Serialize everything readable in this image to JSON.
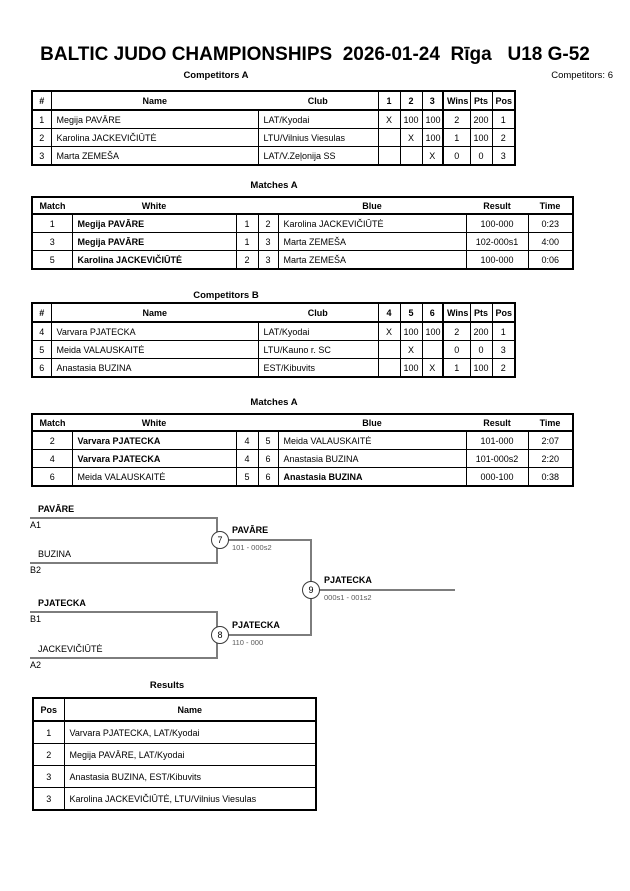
{
  "header": {
    "title": "BALTIC JUDO CHAMPIONSHIPS  2026-01-24  Rīga   U18 G-52",
    "competitors_label": "Competitors: 6"
  },
  "pool_a": {
    "title": "Competitors A",
    "headers": [
      "#",
      "Name",
      "Club",
      "1",
      "2",
      "3",
      "Wins",
      "Pts",
      "Pos"
    ],
    "rows": [
      {
        "num": "1",
        "name": "Megija PAVĀRE",
        "club": "LAT/Kyodai",
        "c1": "X",
        "c2": "100",
        "c3": "100",
        "wins": "2",
        "pts": "200",
        "pos": "1"
      },
      {
        "num": "2",
        "name": "Karolina JACKEVIČIŪTĖ",
        "club": "LTU/Vilnius Viesulas",
        "c1": "",
        "c2": "X",
        "c3": "100",
        "wins": "1",
        "pts": "100",
        "pos": "2"
      },
      {
        "num": "3",
        "name": "Marta ZEMEŠA",
        "club": "LAT/V.Zeļonija SS",
        "c1": "",
        "c2": "",
        "c3": "X",
        "wins": "0",
        "pts": "0",
        "pos": "3"
      }
    ]
  },
  "matches_a": {
    "title": "Matches A",
    "headers": [
      "Match",
      "White",
      "",
      "",
      "Blue",
      "Result",
      "Time"
    ],
    "rows": [
      {
        "match": "1",
        "white": "Megija PAVĀRE",
        "white_num": "1",
        "blue_num": "2",
        "blue": "Karolina JACKEVIČIŪTĖ",
        "result": "100-000",
        "time": "0:23"
      },
      {
        "match": "3",
        "white": "Megija PAVĀRE",
        "white_num": "1",
        "blue_num": "3",
        "blue": "Marta ZEMEŠA",
        "result": "102-000s1",
        "time": "4:00"
      },
      {
        "match": "5",
        "white": "Karolina JACKEVIČIŪTĖ",
        "white_num": "2",
        "blue_num": "3",
        "blue": "Marta ZEMEŠA",
        "result": "100-000",
        "time": "0:06"
      }
    ]
  },
  "pool_b": {
    "title": "Competitors B",
    "headers": [
      "#",
      "Name",
      "Club",
      "4",
      "5",
      "6",
      "Wins",
      "Pts",
      "Pos"
    ],
    "rows": [
      {
        "num": "4",
        "name": "Varvara PJATECKA",
        "club": "LAT/Kyodai",
        "c1": "X",
        "c2": "100",
        "c3": "100",
        "wins": "2",
        "pts": "200",
        "pos": "1"
      },
      {
        "num": "5",
        "name": "Meida VALAUSKAITĖ",
        "club": "LTU/Kauno r. SC",
        "c1": "",
        "c2": "X",
        "c3": "",
        "wins": "0",
        "pts": "0",
        "pos": "3"
      },
      {
        "num": "6",
        "name": "Anastasia BUZINA",
        "club": "EST/Kibuvits",
        "c1": "",
        "c2": "100",
        "c3": "X",
        "wins": "1",
        "pts": "100",
        "pos": "2"
      }
    ]
  },
  "matches_b": {
    "title": "Matches A",
    "headers": [
      "Match",
      "White",
      "",
      "",
      "Blue",
      "Result",
      "Time"
    ],
    "rows": [
      {
        "match": "2",
        "white": "Varvara PJATECKA",
        "white_num": "4",
        "blue_num": "5",
        "blue": "Meida VALAUSKAITĖ",
        "result": "101-000",
        "time": "2:07"
      },
      {
        "match": "4",
        "white": "Varvara PJATECKA",
        "white_num": "4",
        "blue_num": "6",
        "blue": "Anastasia BUZINA",
        "result": "101-000s2",
        "time": "2:20"
      },
      {
        "match": "6",
        "white": "Meida VALAUSKAITĖ",
        "white_num": "5",
        "blue_num": "6",
        "blue": "Anastasia BUZINA",
        "result": "000-100",
        "time": "0:38"
      }
    ]
  },
  "bracket": {
    "slots": [
      {
        "name": "PAVĀRE",
        "seed": "A1"
      },
      {
        "name": "BUZINA",
        "seed": "B2"
      },
      {
        "name": "PJATECKA",
        "seed": "B1"
      },
      {
        "name": "JACKEVIČIŪTĖ",
        "seed": "A2"
      }
    ],
    "matches": [
      {
        "number": "7",
        "winner": "PAVĀRE",
        "score": "101 - 000s2"
      },
      {
        "number": "8",
        "winner": "PJATECKA",
        "score": "110 - 000"
      },
      {
        "number": "9",
        "winner": "PJATECKA",
        "score": "000s1 - 001s2"
      }
    ]
  },
  "results": {
    "title": "Results",
    "headers": [
      "Pos",
      "Name"
    ],
    "rows": [
      {
        "pos": "1",
        "name": "Varvara PJATECKA, LAT/Kyodai"
      },
      {
        "pos": "2",
        "name": "Megija PAVĀRE, LAT/Kyodai"
      },
      {
        "pos": "3",
        "name": "Anastasia BUZINA, EST/Kibuvits"
      },
      {
        "pos": "3",
        "name": "Karolina JACKEVIČIŪTĖ, LTU/Vilnius Viesulas"
      }
    ]
  }
}
